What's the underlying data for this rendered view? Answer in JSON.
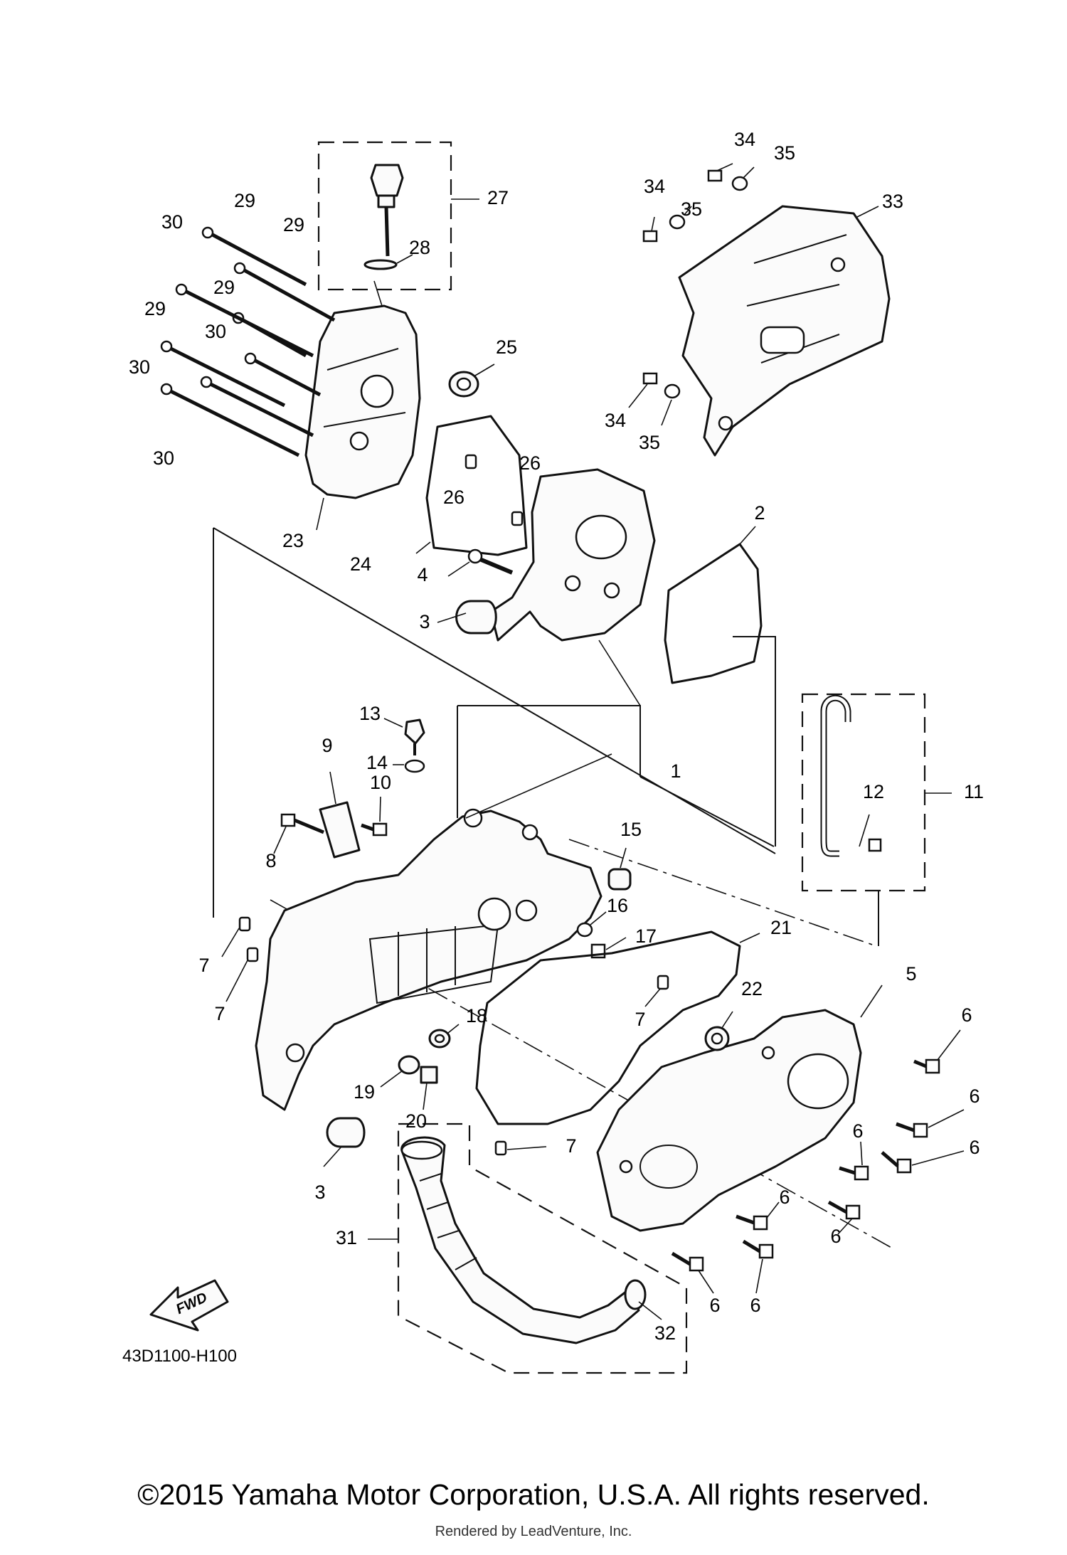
{
  "diagram_code": "43D1100-H100",
  "fwd_label": "FWD",
  "callouts": [
    {
      "id": "1",
      "label": "1"
    },
    {
      "id": "2",
      "label": "2"
    },
    {
      "id": "3a",
      "label": "3"
    },
    {
      "id": "3b",
      "label": "3"
    },
    {
      "id": "4",
      "label": "4"
    },
    {
      "id": "5",
      "label": "5"
    },
    {
      "id": "6a",
      "label": "6"
    },
    {
      "id": "6b",
      "label": "6"
    },
    {
      "id": "6c",
      "label": "6"
    },
    {
      "id": "6d",
      "label": "6"
    },
    {
      "id": "6e",
      "label": "6"
    },
    {
      "id": "6f",
      "label": "6"
    },
    {
      "id": "6g",
      "label": "6"
    },
    {
      "id": "6h",
      "label": "6"
    },
    {
      "id": "7a",
      "label": "7"
    },
    {
      "id": "7b",
      "label": "7"
    },
    {
      "id": "7c",
      "label": "7"
    },
    {
      "id": "7d",
      "label": "7"
    },
    {
      "id": "8",
      "label": "8"
    },
    {
      "id": "9",
      "label": "9"
    },
    {
      "id": "10",
      "label": "10"
    },
    {
      "id": "11",
      "label": "11"
    },
    {
      "id": "12",
      "label": "12"
    },
    {
      "id": "13",
      "label": "13"
    },
    {
      "id": "14",
      "label": "14"
    },
    {
      "id": "15",
      "label": "15"
    },
    {
      "id": "16",
      "label": "16"
    },
    {
      "id": "17",
      "label": "17"
    },
    {
      "id": "18",
      "label": "18"
    },
    {
      "id": "19",
      "label": "19"
    },
    {
      "id": "20",
      "label": "20"
    },
    {
      "id": "21",
      "label": "21"
    },
    {
      "id": "22",
      "label": "22"
    },
    {
      "id": "23",
      "label": "23"
    },
    {
      "id": "24",
      "label": "24"
    },
    {
      "id": "25",
      "label": "25"
    },
    {
      "id": "26a",
      "label": "26"
    },
    {
      "id": "26b",
      "label": "26"
    },
    {
      "id": "27",
      "label": "27"
    },
    {
      "id": "28",
      "label": "28"
    },
    {
      "id": "29a",
      "label": "29"
    },
    {
      "id": "29b",
      "label": "29"
    },
    {
      "id": "29c",
      "label": "29"
    },
    {
      "id": "29d",
      "label": "29"
    },
    {
      "id": "30a",
      "label": "30"
    },
    {
      "id": "30b",
      "label": "30"
    },
    {
      "id": "30c",
      "label": "30"
    },
    {
      "id": "30d",
      "label": "30"
    },
    {
      "id": "31",
      "label": "31"
    },
    {
      "id": "32",
      "label": "32"
    },
    {
      "id": "33",
      "label": "33"
    },
    {
      "id": "34a",
      "label": "34"
    },
    {
      "id": "34b",
      "label": "34"
    },
    {
      "id": "34c",
      "label": "34"
    },
    {
      "id": "35a",
      "label": "35"
    },
    {
      "id": "35b",
      "label": "35"
    },
    {
      "id": "35c",
      "label": "35"
    }
  ],
  "copyright": "©2015 Yamaha Motor Corporation, U.S.A. All rights reserved.",
  "rendered_by": "Rendered by LeadVenture, Inc."
}
